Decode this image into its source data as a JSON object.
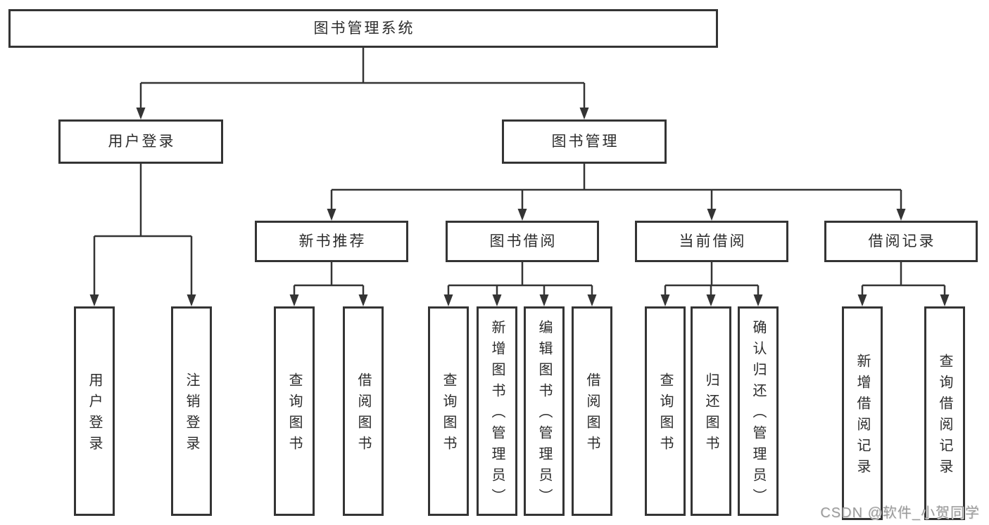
{
  "diagram": {
    "root": {
      "label": "图书管理系统",
      "children": [
        {
          "label": "用户登录",
          "children": [
            {
              "label": "用户登录"
            },
            {
              "label": "注销登录"
            }
          ]
        },
        {
          "label": "图书管理",
          "children": [
            {
              "label": "新书推荐",
              "children": [
                {
                  "label": "查询图书"
                },
                {
                  "label": "借阅图书"
                }
              ]
            },
            {
              "label": "图书借阅",
              "children": [
                {
                  "label": "查询图书"
                },
                {
                  "label": "新增图书（管理员）"
                },
                {
                  "label": "编辑图书（管理员）"
                },
                {
                  "label": "借阅图书"
                }
              ]
            },
            {
              "label": "当前借阅",
              "children": [
                {
                  "label": "查询图书"
                },
                {
                  "label": "归还图书"
                },
                {
                  "label": "确认归还（管理员）"
                }
              ]
            },
            {
              "label": "借阅记录",
              "children": [
                {
                  "label": "新增借阅记录"
                },
                {
                  "label": "查询借阅记录"
                }
              ]
            }
          ]
        }
      ]
    }
  },
  "watermark": {
    "text": "CSDN @软件_小贺同学"
  },
  "colors": {
    "line": "#343434",
    "border": "#343434",
    "text": "#2c2c2c",
    "watermark_text": "#9b9b9b",
    "background": "#ffffff"
  }
}
